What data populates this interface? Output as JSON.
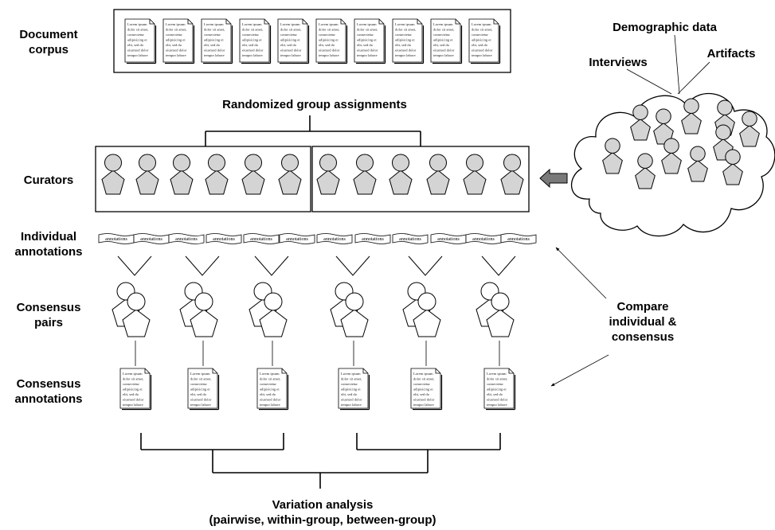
{
  "labels": {
    "document_corpus": [
      "Document",
      "corpus"
    ],
    "curators": "Curators",
    "individual_annotations": [
      "Individual",
      "annotations"
    ],
    "consensus_pairs": [
      "Consensus",
      "pairs"
    ],
    "consensus_annotations": [
      "Consensus",
      "annotations"
    ],
    "randomized": "Randomized group assignments",
    "demographic": "Demographic data",
    "interviews": "Interviews",
    "artifacts": "Artifacts",
    "compare": [
      "Compare",
      "individual &",
      "consensus"
    ],
    "variation": [
      "Variation analysis",
      "(pairwise, within-group, between-group)"
    ]
  },
  "doc_text": [
    "Lorem ipsum",
    "dolor sit amet,",
    "consectetur",
    "adipisicing et",
    "elit, sed do",
    "eiusmod dolor",
    "tempor labore"
  ],
  "annotation_text": "annotations",
  "colors": {
    "person_fill": "#d4d4d4",
    "stroke": "#000000",
    "arrow_fill": "#7a7a7a"
  }
}
